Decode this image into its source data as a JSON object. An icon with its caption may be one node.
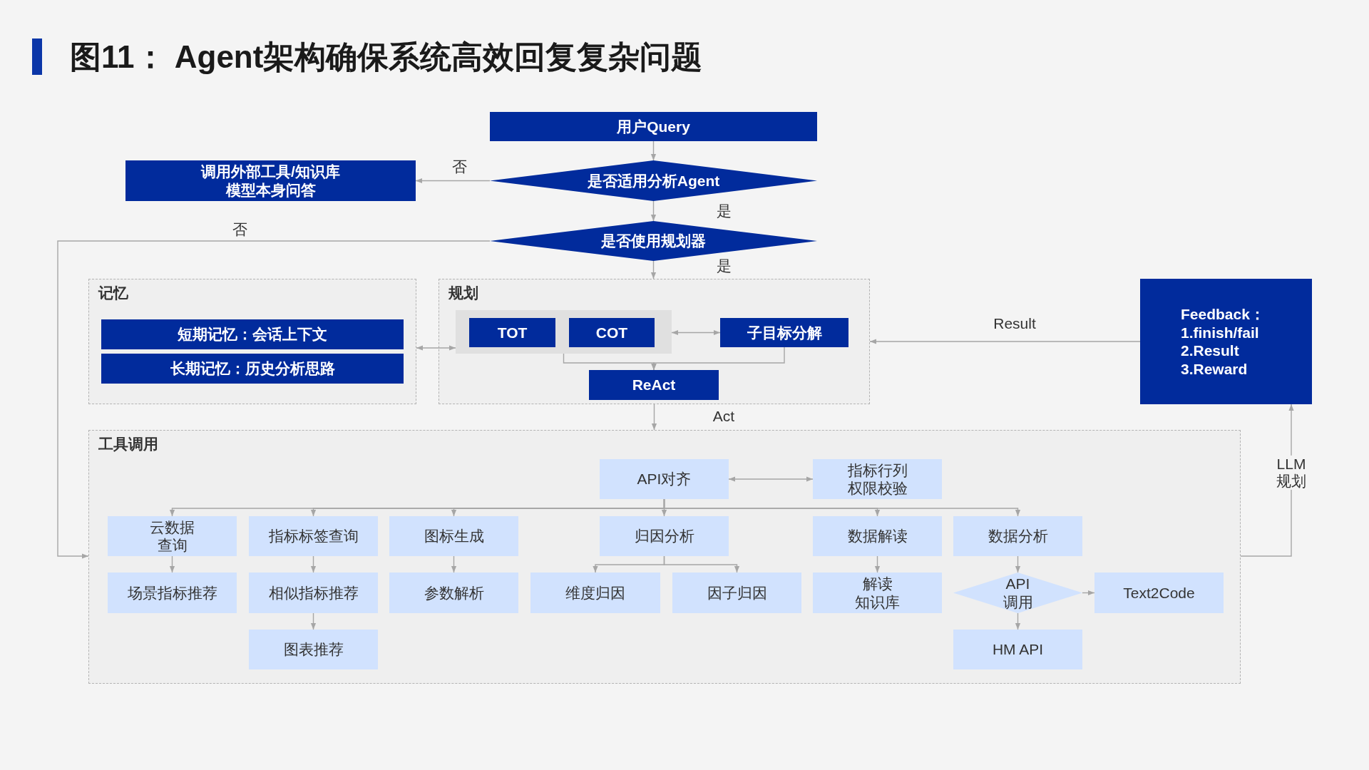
{
  "diagram": {
    "title": "图11： Agent架构确保系统高效回复复杂问题",
    "nodes": [
      {
        "text": [
          "用户Query"
        ]
      },
      {
        "text": [
          "是否适用分析Agent"
        ]
      },
      {
        "text": [
          "调用外部工具/知识库",
          "模型本身问答"
        ]
      },
      {
        "text": [
          "是否使用规划器"
        ]
      },
      {
        "text": [
          "记忆"
        ]
      },
      {
        "text": [
          "短期记忆：会话上下文"
        ],
        "in": 4
      },
      {
        "text": [
          "长期记忆：历史分析思路"
        ],
        "in": 4
      },
      {
        "text": [
          "规划"
        ]
      },
      {
        "text": [],
        "shape": "box",
        "in": 7
      },
      {
        "text": [
          "TOT"
        ],
        "in": 8
      },
      {
        "text": [
          "COT"
        ],
        "in": 8
      },
      {
        "text": [
          "子目标分解"
        ],
        "in": 7
      },
      {
        "text": [
          "ReAct"
        ],
        "in": 7
      },
      {
        "text": [
          "Feedback：",
          "1.finish/fail",
          "2.Result",
          "3.Reward"
        ]
      },
      {
        "text": [
          "工具调用"
        ]
      },
      {
        "text": [
          "API对齐"
        ],
        "in": 14
      },
      {
        "text": [
          "指标行列权限校验"
        ],
        "in": 14
      },
      {
        "text": [
          "云数据查询"
        ],
        "in": 14
      },
      {
        "text": [
          "指标标签查询"
        ],
        "in": 14
      },
      {
        "text": [
          "图标生成"
        ],
        "in": 14
      },
      {
        "text": [
          "归因分析"
        ],
        "in": 14
      },
      {
        "text": [
          "数据解读"
        ],
        "in": 14
      },
      {
        "text": [
          "数据分析"
        ],
        "in": 14
      },
      {
        "text": [
          "场景指标推荐"
        ],
        "in": 14
      },
      {
        "text": [
          "相似指标推荐"
        ],
        "in": 14
      },
      {
        "text": [
          "参数解析"
        ],
        "in": 14
      },
      {
        "text": [
          "维度归因"
        ],
        "in": 14
      },
      {
        "text": [
          "因子归因"
        ],
        "in": 14
      },
      {
        "text": [
          "解读知识库"
        ],
        "in": 14
      },
      {
        "text": [
          "API调用"
        ],
        "in": 14
      },
      {
        "text": [
          "Text2Code"
        ],
        "in": 14
      },
      {
        "text": [
          "图表推荐"
        ],
        "in": 14
      },
      {
        "text": [
          "HM API"
        ],
        "in": 14
      }
    ],
    "edges": [
      {
        "from": 0,
        "to": 1,
        "arrow": "to"
      },
      {
        "from": 1,
        "to": 2,
        "arrow": "to",
        "label": "否"
      },
      {
        "from": 1,
        "to": 3,
        "arrow": "to",
        "label": "是"
      },
      {
        "from": 3,
        "to": 14,
        "arrow": "to",
        "label": "否"
      },
      {
        "from": 3,
        "to": 7,
        "arrow": "to",
        "label": "是"
      },
      {
        "from": 4,
        "to": 8,
        "arrow": "both"
      },
      {
        "from": 8,
        "to": 11,
        "arrow": "both"
      },
      {
        "from": 8,
        "to": 12,
        "arrow": "to"
      },
      {
        "from": 11,
        "to": 12,
        "arrow": "to"
      },
      {
        "from": 7,
        "to": 14,
        "arrow": "to",
        "label": "Act"
      },
      {
        "from": 13,
        "to": 7,
        "arrow": "to",
        "label": "Result"
      },
      {
        "from": 14,
        "to": 13,
        "arrow": "to",
        "label": "LLM 规划"
      },
      {
        "from": 15,
        "to": 16,
        "arrow": "both"
      },
      {
        "from": 15,
        "to": 17,
        "arrow": "to"
      },
      {
        "from": 15,
        "to": 18,
        "arrow": "to"
      },
      {
        "from": 15,
        "to": 19,
        "arrow": "to"
      },
      {
        "from": 15,
        "to": 20,
        "arrow": "to"
      },
      {
        "from": 15,
        "to": 21,
        "arrow": "to"
      },
      {
        "from": 15,
        "to": 22,
        "arrow": "to"
      },
      {
        "from": 17,
        "to": 23,
        "arrow": "to"
      },
      {
        "from": 18,
        "to": 24,
        "arrow": "to"
      },
      {
        "from": 19,
        "to": 25,
        "arrow": "to"
      },
      {
        "from": 20,
        "to": 26,
        "arrow": "to"
      },
      {
        "from": 20,
        "to": 27,
        "arrow": "to"
      },
      {
        "from": 21,
        "to": 28,
        "arrow": "to"
      },
      {
        "from": 22,
        "to": 29,
        "arrow": "to"
      },
      {
        "from": 29,
        "to": 30,
        "arrow": "to"
      },
      {
        "from": 24,
        "to": 31,
        "arrow": "to"
      },
      {
        "from": 29,
        "to": 32,
        "arrow": "to"
      }
    ]
  }
}
